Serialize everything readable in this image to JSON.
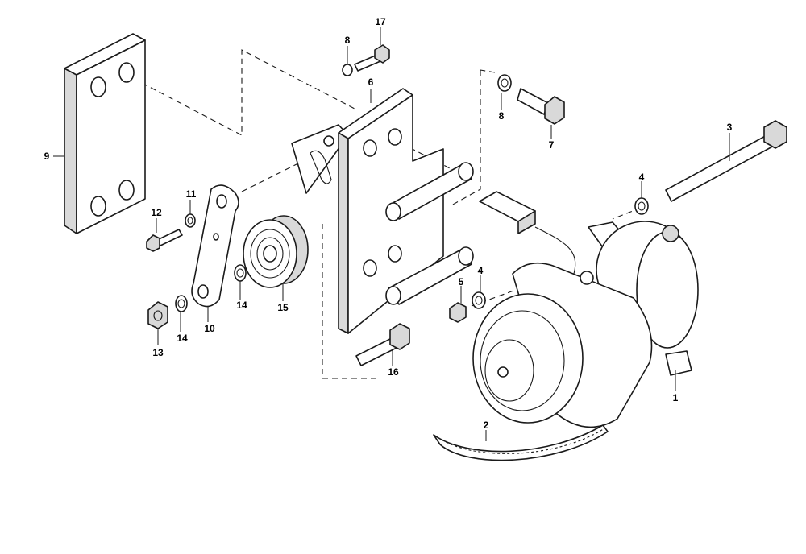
{
  "diagram": {
    "callouts": [
      {
        "id": "1",
        "text": "1"
      },
      {
        "id": "2",
        "text": "2"
      },
      {
        "id": "3",
        "text": "3"
      },
      {
        "id": "4a",
        "text": "4"
      },
      {
        "id": "4b",
        "text": "4"
      },
      {
        "id": "5",
        "text": "5"
      },
      {
        "id": "6",
        "text": "6"
      },
      {
        "id": "7",
        "text": "7"
      },
      {
        "id": "8a",
        "text": "8"
      },
      {
        "id": "8b",
        "text": "8"
      },
      {
        "id": "9",
        "text": "9"
      },
      {
        "id": "10",
        "text": "10"
      },
      {
        "id": "11",
        "text": "11"
      },
      {
        "id": "12",
        "text": "12"
      },
      {
        "id": "13",
        "text": "13"
      },
      {
        "id": "14a",
        "text": "14"
      },
      {
        "id": "14b",
        "text": "14"
      },
      {
        "id": "15",
        "text": "15"
      },
      {
        "id": "16",
        "text": "16"
      },
      {
        "id": "17",
        "text": "17"
      }
    ]
  }
}
